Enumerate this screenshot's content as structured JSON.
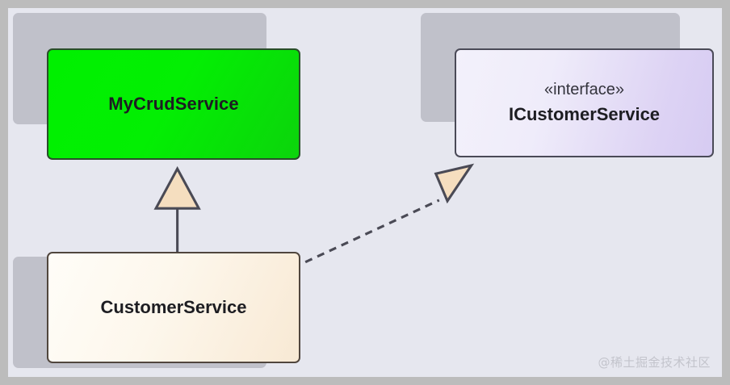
{
  "diagram": {
    "type": "uml-class-diagram",
    "background_color": "#e6e7ef",
    "border_color": "#bcbcbc",
    "nodes": [
      {
        "id": "mycrudservice",
        "name": "MyCrudService",
        "stereotype": "",
        "fill_color": "#00ee00",
        "border_color": "#2a4d2a",
        "kind": "class"
      },
      {
        "id": "icustomerservice",
        "name": "ICustomerService",
        "stereotype": "«interface»",
        "fill_color": "#ddd3f4",
        "border_color": "#4a4a57",
        "kind": "interface"
      },
      {
        "id": "customerservice",
        "name": "CustomerService",
        "stereotype": "",
        "fill_color": "#fdf7ec",
        "border_color": "#50463e",
        "kind": "class"
      }
    ],
    "relationships": [
      {
        "id": "generalization",
        "from": "customerservice",
        "to": "mycrudservice",
        "style": "solid",
        "arrow": "hollow-triangle",
        "arrow_fill": "#f5debf",
        "line_color": "#4a4a55"
      },
      {
        "id": "realization",
        "from": "customerservice",
        "to": "icustomerservice",
        "style": "dashed",
        "arrow": "hollow-triangle",
        "arrow_fill": "#f5debf",
        "line_color": "#4a4a55"
      }
    ]
  },
  "watermark": {
    "text": "@稀土掘金技术社区"
  }
}
